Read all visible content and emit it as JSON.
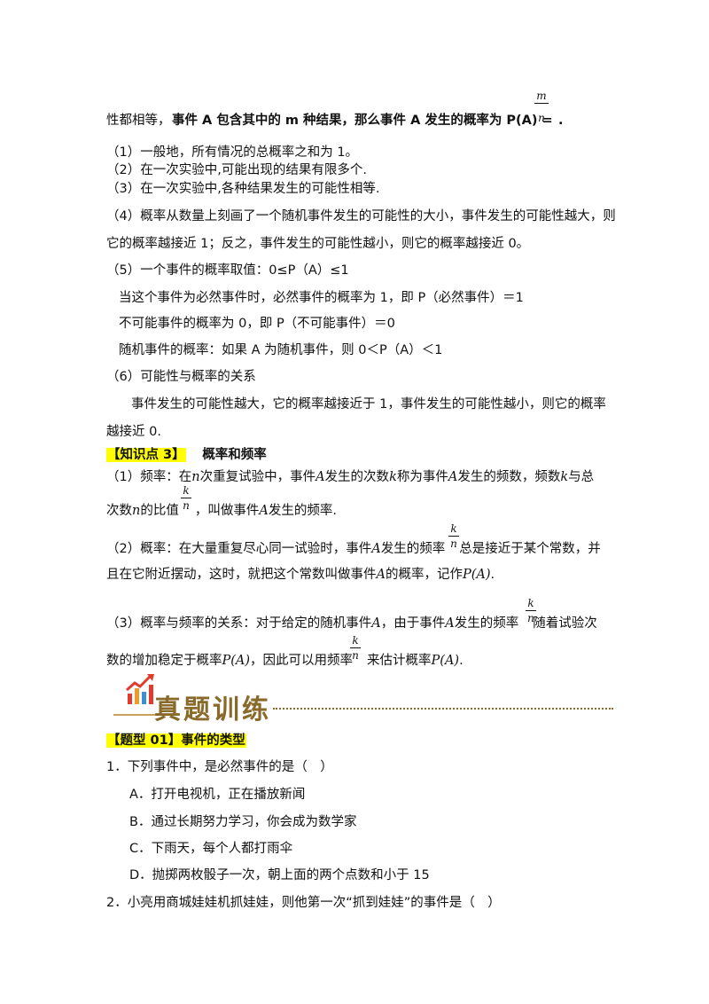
{
  "intro": {
    "pre": "性都相等，",
    "bold": "事件 A 包含其中的 m 种结果，那么事件 A  发生的概率为 P(A) =",
    "frac_num": "m",
    "frac_den": "n",
    "end": "."
  },
  "props": [
    "（1）一般地，所有情况的总概率之和为 1。",
    "（2）在一次实验中,可能出现的结果有限多个.",
    "（3）在一次实验中,各种结果发生的可能性相等."
  ],
  "p4": {
    "line1": "（4）概率从数量上刻画了一个随机事件发生的可能性的大小，事件发生的可能性越大，则",
    "line2": "它的概率越接近 1；反之，事件发生的可能性越小，则它的概率越接近 0。"
  },
  "p5": {
    "line1": "（5）一个事件的概率取值：0≤P（A）≤1",
    "line2": "当这个事件为必然事件时，必然事件的概率为 1，即 P（必然事件）＝1",
    "line3": "不可能事件的概率为 0，即 P（不可能事件）＝0",
    "line4": "随机事件的概率：如果 A 为随机事件，则 0＜P（A）＜1"
  },
  "p6": {
    "title": "（6）可能性与概率的关系",
    "line1": "事件发生的可能性越大，它的概率越接近于 1，事件发生的可能性越小，则它的概率",
    "line2": "越接近 0."
  },
  "kp3": {
    "tag": "【知识点 3】",
    "title": "概率和频率"
  },
  "freq": {
    "l1a": "（1）频率：在",
    "n": "n",
    "l1b": "次重复试验中，事件",
    "A": "A",
    "l1c": "发生的次数",
    "k": "k",
    "l1d": "称为事件",
    "l1e": "发生的频数，频数",
    "l1f": "与总",
    "l2a": "次数",
    "l2b": "的比值",
    "l2c": "，叫做事件",
    "l2d": "发生的频率."
  },
  "prob": {
    "l1a": "（2）概率：在大量重复尽心同一试验时，事件",
    "l1b": "发生的频率",
    "l1c": "总是接近于某个常数，并",
    "l2a": "且在它附近摆动，这时，就把这个常数叫做事件",
    "l2b": "的概率，记作",
    "PA": "P(A)",
    "l2c": "."
  },
  "rel": {
    "l1a": "（3）概率与频率的关系：对于给定的随机事件",
    "l1b": "，由于事件",
    "l1c": "发生的频率",
    "l1d": "随着试验次",
    "l2a": "数的增加稳定于概率",
    "l2b": "，因此可以用频率",
    "l2c": "来估计概率",
    "l2d": "."
  },
  "banner": {
    "title": "真题训练"
  },
  "type01": {
    "tag": "【题型 01】事件的类型"
  },
  "q1": {
    "stem": "1．下列事件中，是必然事件的是（　）",
    "options": [
      "A．打开电视机，正在播放新闻",
      "B．通过长期努力学习，你会成为数学家",
      "C．下雨天，每个人都打雨伞",
      "D．抛掷两枚骰子一次，朝上面的两个点数和小于 15"
    ]
  },
  "q2": {
    "stem": "2．小亮用商城娃娃机抓娃娃，则他第一次“抓到娃娃”的事件是（　）"
  },
  "colors": {
    "highlight": "#ffff00",
    "banner": "#8a6a2a"
  },
  "icons": [
    "bar-chart-growth-icon"
  ]
}
